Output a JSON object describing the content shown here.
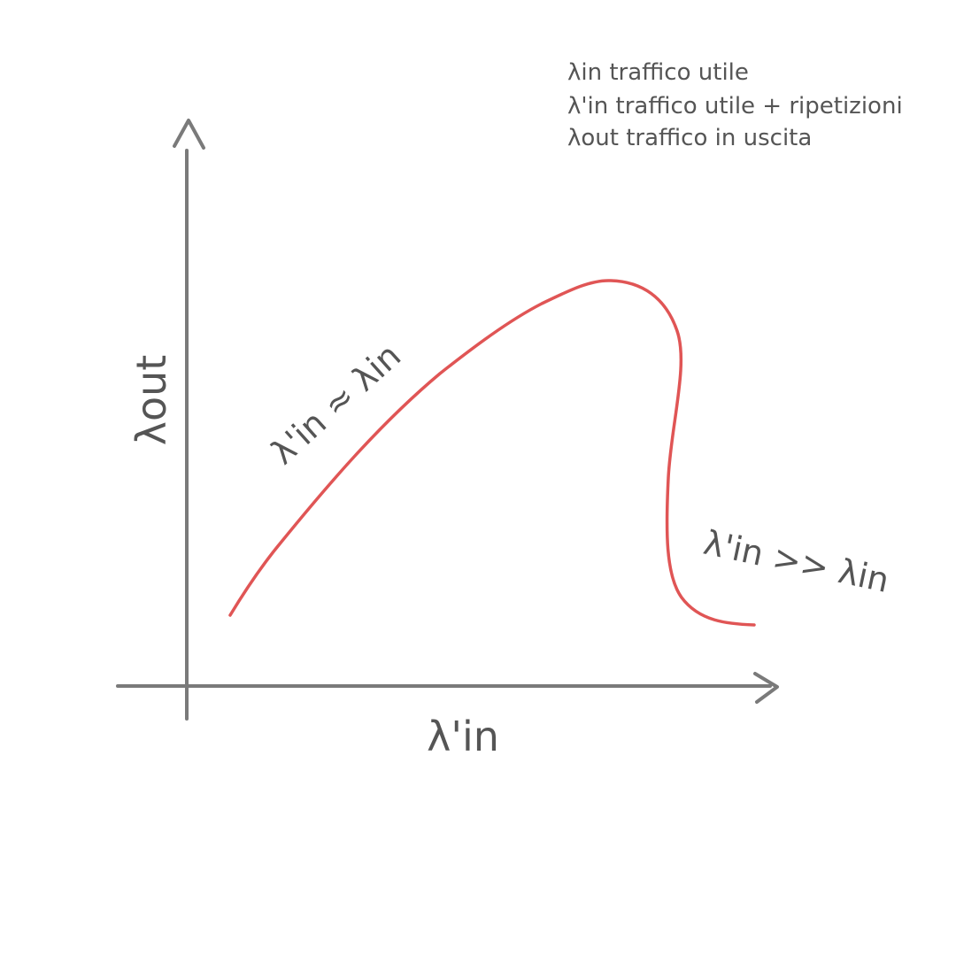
{
  "legend": {
    "lines": [
      "λin traffico utile",
      "λ'in traffico utile + ripetizioni",
      "λout traffico in uscita"
    ]
  },
  "axes": {
    "x_label": "λ'in",
    "y_label": "λout"
  },
  "annotations": {
    "rising": "λ'in ≈ λin",
    "overload": "λ'in >> λin"
  },
  "colors": {
    "axis": "#7a7a7a",
    "curve": "#e05555",
    "text": "#555555"
  }
}
